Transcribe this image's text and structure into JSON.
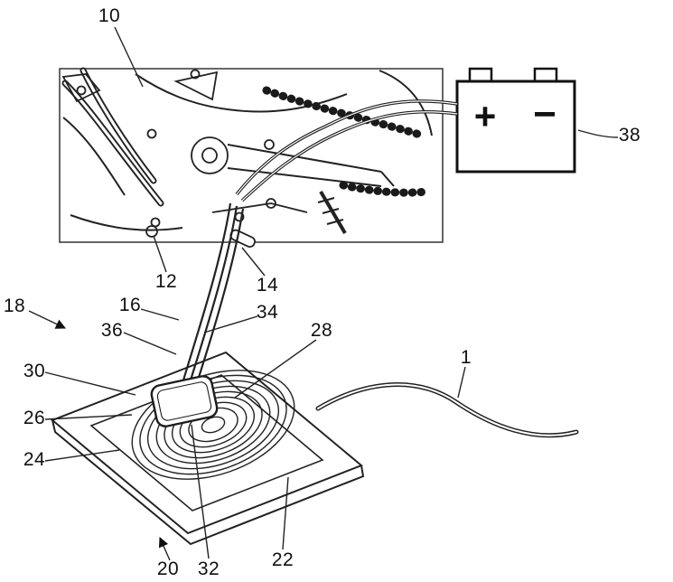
{
  "labels": {
    "n10": {
      "text": "10"
    },
    "n12": {
      "text": "12"
    },
    "n14": {
      "text": "14"
    },
    "n16": {
      "text": "16"
    },
    "n18": {
      "text": "18"
    },
    "n20": {
      "text": "20"
    },
    "n22": {
      "text": "22"
    },
    "n24": {
      "text": "24"
    },
    "n26": {
      "text": "26"
    },
    "n28": {
      "text": "28"
    },
    "n30": {
      "text": "30"
    },
    "n32": {
      "text": "32"
    },
    "n34": {
      "text": "34"
    },
    "n36": {
      "text": "36"
    },
    "n38": {
      "text": "38"
    },
    "n1": {
      "text": "1"
    }
  },
  "battery": {
    "plus_symbol": "+",
    "minus_symbol": "−"
  },
  "colors": {
    "line": "#1c1c1c",
    "thin_line": "#2a2a2a",
    "background": "#ffffff"
  }
}
